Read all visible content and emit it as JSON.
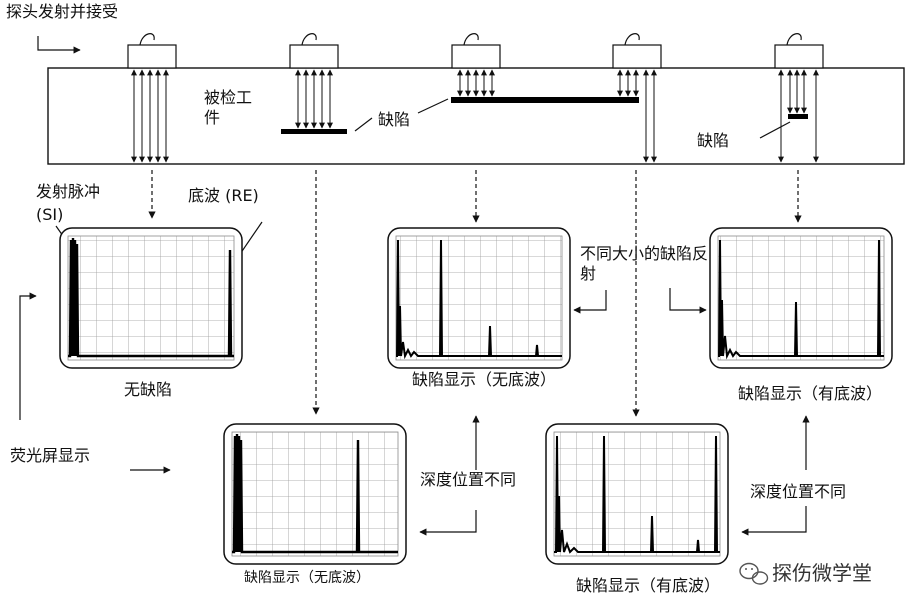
{
  "labels": {
    "title": "探头发射并接受",
    "workpiece": "被检工件",
    "defect": "缺陷",
    "defect_right": "缺陷",
    "transmit_pulse": "发射脉冲",
    "si": "(SI)",
    "back_echo": "底波 (RE)",
    "no_defect": "无缺陷",
    "diff_size": "不同大小的缺陷反射",
    "fluorescent": "荧光屏显示",
    "depth_left": "深度位置不同",
    "depth_right": "深度位置不同",
    "defect_no_back": "缺陷显示（无底波）",
    "defect_no_back2": "缺陷显示（无底波）",
    "defect_with_back": "缺陷显示（有底波）",
    "defect_with_back2": "缺陷显示（有底波）"
  },
  "watermark": {
    "text": "探伤微学堂",
    "icon": "wechat-icon"
  },
  "icons": {
    "probe": "probe-icon",
    "arrow": "arrow-icon"
  },
  "colors": {
    "ink": "#111111",
    "background": "#ffffff"
  },
  "screens": [
    {
      "id": "no-defect",
      "caption": "无缺陷",
      "signals": [
        "SI",
        "RE"
      ]
    },
    {
      "id": "large-defect-no-back",
      "caption": "缺陷显示（无底波）",
      "signals": [
        "SI",
        "defect",
        "defect-repeat",
        "defect-repeat2"
      ]
    },
    {
      "id": "small-defect-with-back",
      "caption": "缺陷显示（有底波）",
      "signals": [
        "SI",
        "defect",
        "RE"
      ]
    },
    {
      "id": "shallow-defect-no-back",
      "caption": "缺陷显示（无底波）",
      "signals": [
        "SI",
        "defect"
      ]
    },
    {
      "id": "deep-defect-with-back",
      "caption": "缺陷显示（有底波）",
      "signals": [
        "SI",
        "defect",
        "defect-repeat",
        "RE"
      ]
    }
  ]
}
